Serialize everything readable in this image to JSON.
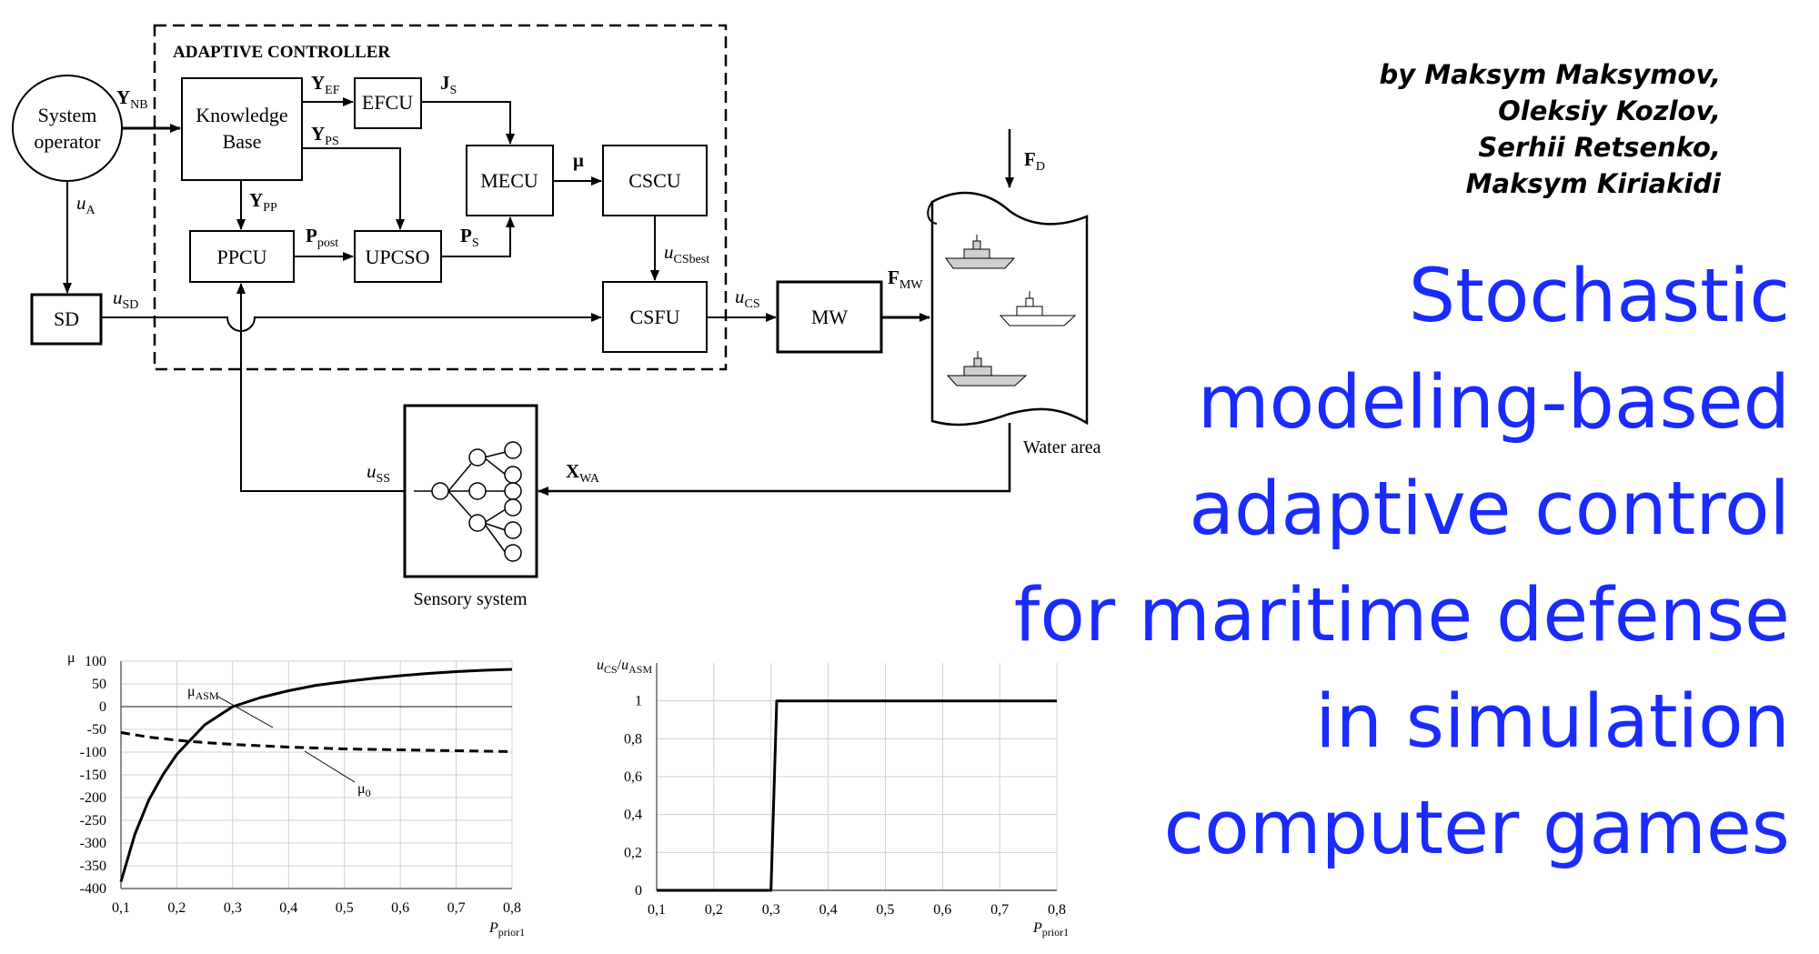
{
  "authors": [
    "by Maksym Maksymov,",
    "Oleksiy Kozlov,",
    "Serhii Retsenko,",
    "Maksym Kiriakidi"
  ],
  "title_lines": [
    "Stochastic",
    "modeling-based",
    "adaptive control",
    "for maritime defense",
    "in simulation",
    "computer games"
  ],
  "colors": {
    "title": "#1a2bff",
    "lines": "#000000",
    "grid": "#d0d0d0",
    "ship": "#cfcfcf"
  },
  "diagram": {
    "controller_label": "ADAPTIVE CONTROLLER",
    "system_operator": [
      "System",
      "operator"
    ],
    "knowledge_base": [
      "Knowledge",
      "Base"
    ],
    "efcu": "EFCU",
    "mecu": "MECU",
    "cscu": "CSCU",
    "ppcu": "PPCU",
    "upcso": "UPCSO",
    "csfu": "CSFU",
    "sd": "SD",
    "mw": "MW",
    "water_area": "Water area",
    "sensory_system": "Sensory system",
    "sig": {
      "y_nb": [
        "Y",
        "NB"
      ],
      "y_ef": [
        "Y",
        "EF"
      ],
      "y_ps": [
        "Y",
        "PS"
      ],
      "y_pp": [
        "Y",
        "PP"
      ],
      "j_s": [
        "J",
        "S"
      ],
      "mu": "μ",
      "p_post": [
        "P",
        "post"
      ],
      "p_s": [
        "P",
        "S"
      ],
      "u_a": [
        "u",
        "A"
      ],
      "u_sd": [
        "u",
        "SD"
      ],
      "u_csbest": [
        "u",
        "CSbest"
      ],
      "u_cs": [
        "u",
        "CS"
      ],
      "f_mw": [
        "F",
        "MW"
      ],
      "f_d": [
        "F",
        "D"
      ],
      "x_wa": [
        "X",
        "WA"
      ],
      "u_ss": [
        "u",
        "SS"
      ]
    }
  },
  "chart_data": [
    {
      "type": "line",
      "ylabel": "μ",
      "xlabel": [
        "P",
        "prior1"
      ],
      "xlim": [
        0.1,
        0.8
      ],
      "ylim": [
        -400,
        100
      ],
      "x_ticks": [
        "0,1",
        "0,2",
        "0,3",
        "0,4",
        "0,5",
        "0,6",
        "0,7",
        "0,8"
      ],
      "y_ticks": [
        "100",
        "50",
        "0",
        "-50",
        "-100",
        "-150",
        "-200",
        "-250",
        "-300",
        "-350",
        "-400"
      ],
      "grid": true,
      "series": [
        {
          "name": "μASM",
          "label": [
            "μ",
            "ASM"
          ],
          "style": "solid",
          "x": [
            0.1,
            0.125,
            0.15,
            0.175,
            0.2,
            0.25,
            0.3,
            0.35,
            0.4,
            0.45,
            0.5,
            0.55,
            0.6,
            0.65,
            0.7,
            0.75,
            0.8
          ],
          "y": [
            -385,
            -280,
            -205,
            -150,
            -105,
            -40,
            0,
            20,
            35,
            47,
            55,
            62,
            68,
            73,
            77,
            80,
            82
          ]
        },
        {
          "name": "μ0",
          "label": [
            "μ",
            "0"
          ],
          "style": "dashed",
          "x": [
            0.1,
            0.15,
            0.2,
            0.25,
            0.3,
            0.35,
            0.4,
            0.45,
            0.5,
            0.55,
            0.6,
            0.65,
            0.7,
            0.75,
            0.8
          ],
          "y": [
            -57,
            -67,
            -74,
            -79,
            -83,
            -86,
            -89,
            -91,
            -93,
            -94,
            -95,
            -96,
            -97,
            -98,
            -99
          ]
        }
      ]
    },
    {
      "type": "line",
      "ylabel": [
        "u",
        "CS",
        "/",
        "u",
        "ASM"
      ],
      "xlabel": [
        "P",
        "prior1"
      ],
      "xlim": [
        0.1,
        0.8
      ],
      "ylim": [
        0,
        1.2
      ],
      "x_ticks": [
        "0,1",
        "0,2",
        "0,3",
        "0,4",
        "0,5",
        "0,6",
        "0,7",
        "0,8"
      ],
      "y_ticks": [
        "1",
        "0,8",
        "0,6",
        "0,4",
        "0,2",
        "0"
      ],
      "grid": true,
      "series": [
        {
          "style": "solid",
          "x": [
            0.1,
            0.3,
            0.31,
            0.8
          ],
          "y": [
            0,
            0,
            1,
            1
          ]
        }
      ]
    }
  ]
}
